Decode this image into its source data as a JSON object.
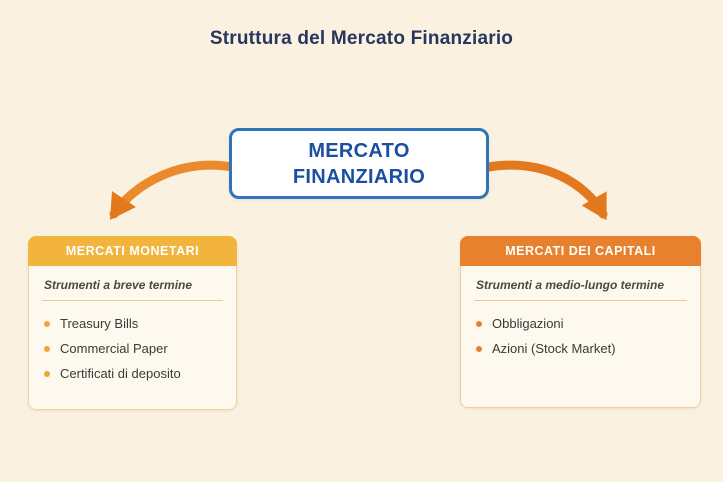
{
  "title": "Struttura del Mercato Finanziario",
  "root_label": "MERCATO FINANZIARIO",
  "boxes": [
    {
      "header": "MERCATI MONETARI",
      "subtitle": "Strumenti a breve termine",
      "items": [
        "Treasury Bills",
        "Commercial Paper",
        "Certificati di deposito"
      ]
    },
    {
      "header": "MERCATI DEI CAPITALI",
      "subtitle": "Strumenti a medio-lungo termine",
      "items": [
        "Obbligazioni",
        "Azioni (Stock Market)"
      ]
    }
  ],
  "icons": {
    "left_arrow": "curved-arrow-down-left",
    "right_arrow": "curved-arrow-down-right",
    "bullet": "round-bullet"
  },
  "colors": {
    "background": "#FAF1E1",
    "title_text": "#27375E",
    "root_border": "#2F74B8",
    "root_text": "#1A4FA3",
    "money_markets_header_bg": "#F2B43C",
    "capital_markets_header_bg": "#E8812E",
    "arrow": "#E2791F",
    "box_body_bg": "#FEF9EE"
  }
}
